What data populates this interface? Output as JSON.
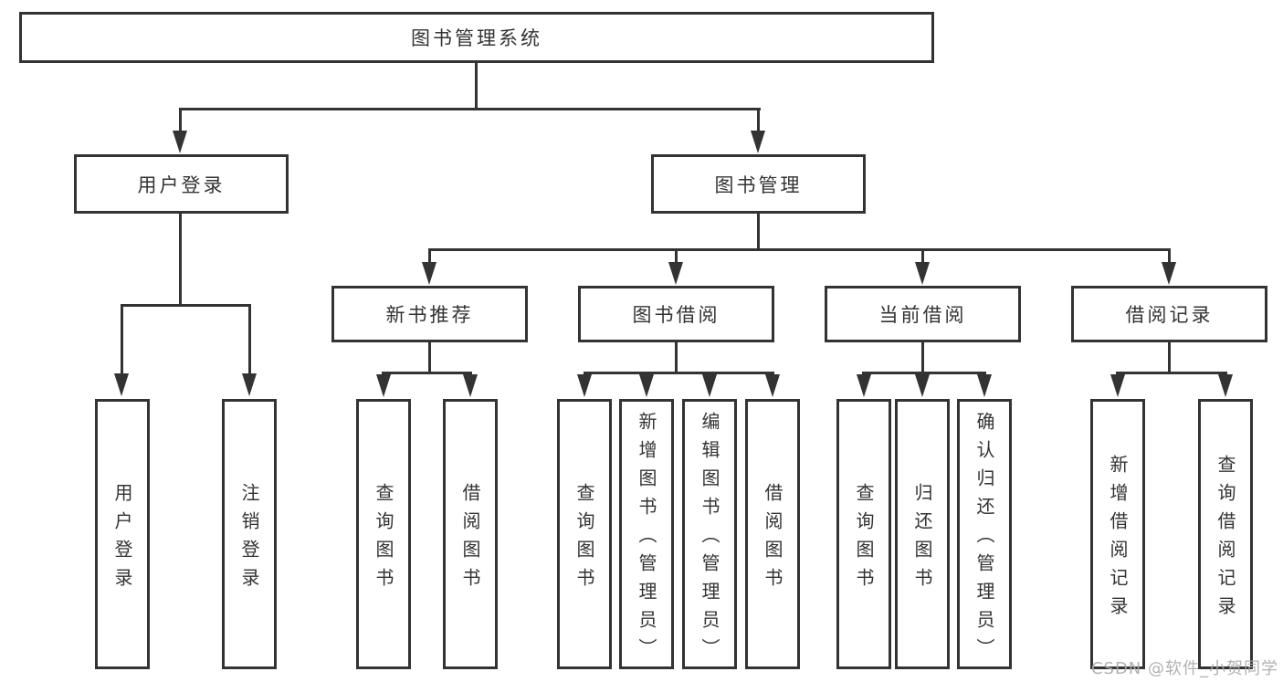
{
  "colors": {
    "line": "#333333",
    "text": "#333333",
    "watermark": "#a8a8a8",
    "background": "#ffffff"
  },
  "chart_type": "tree-diagram",
  "tree": {
    "root": {
      "label": "图书管理系统"
    },
    "branches": [
      {
        "label": "用户登录",
        "children": [
          {
            "label": "用户登录"
          },
          {
            "label": "注销登录"
          }
        ]
      },
      {
        "label": "图书管理",
        "children": [
          {
            "label": "新书推荐",
            "children": [
              {
                "label": "查询图书"
              },
              {
                "label": "借阅图书"
              }
            ]
          },
          {
            "label": "图书借阅",
            "children": [
              {
                "label": "查询图书"
              },
              {
                "label": "新增图书（管理员）"
              },
              {
                "label": "编辑图书（管理员）"
              },
              {
                "label": "借阅图书"
              }
            ]
          },
          {
            "label": "当前借阅",
            "children": [
              {
                "label": "查询图书"
              },
              {
                "label": "归还图书"
              },
              {
                "label": "确认归还（管理员）"
              }
            ]
          },
          {
            "label": "借阅记录",
            "children": [
              {
                "label": "新增借阅记录"
              },
              {
                "label": "查询借阅记录"
              }
            ]
          }
        ]
      }
    ]
  },
  "watermark": {
    "text": "CSDN @软件_小贺同学"
  }
}
